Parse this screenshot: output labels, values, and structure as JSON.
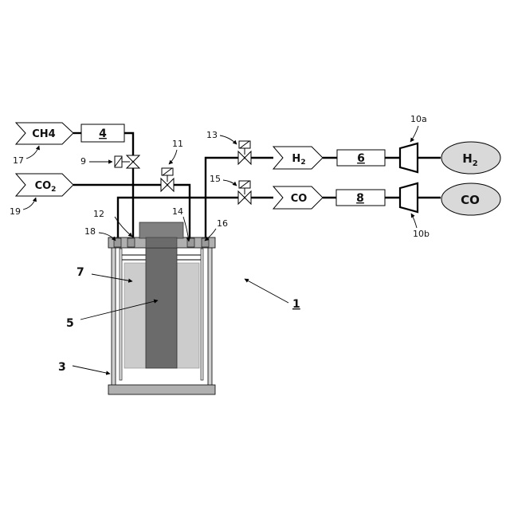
{
  "labels": {
    "ch4": "CH4",
    "co2_base": "CO",
    "co2_sub": "2",
    "h2_base": "H",
    "h2_sub": "2",
    "co": "CO",
    "tank_h2_base": "H",
    "tank_h2_sub": "2",
    "tank_co": "CO"
  },
  "refs": {
    "r1": "1",
    "r3": "3",
    "r4": "4",
    "r5": "5",
    "r6": "6",
    "r7": "7",
    "r8": "8",
    "r9": "9",
    "r10a": "10a",
    "r10b": "10b",
    "r11": "11",
    "r12": "12",
    "r13": "13",
    "r14": "14",
    "r15": "15",
    "r16": "16",
    "r17": "17",
    "r18": "18",
    "r19": "19"
  },
  "colors": {
    "line": "#000000",
    "electrode_dark": "#6b6b6b",
    "cap_dark": "#808080",
    "plate_gray": "#b0b0b0",
    "fill_light": "#cccccc",
    "tank_fill": "#d9d9d9"
  }
}
